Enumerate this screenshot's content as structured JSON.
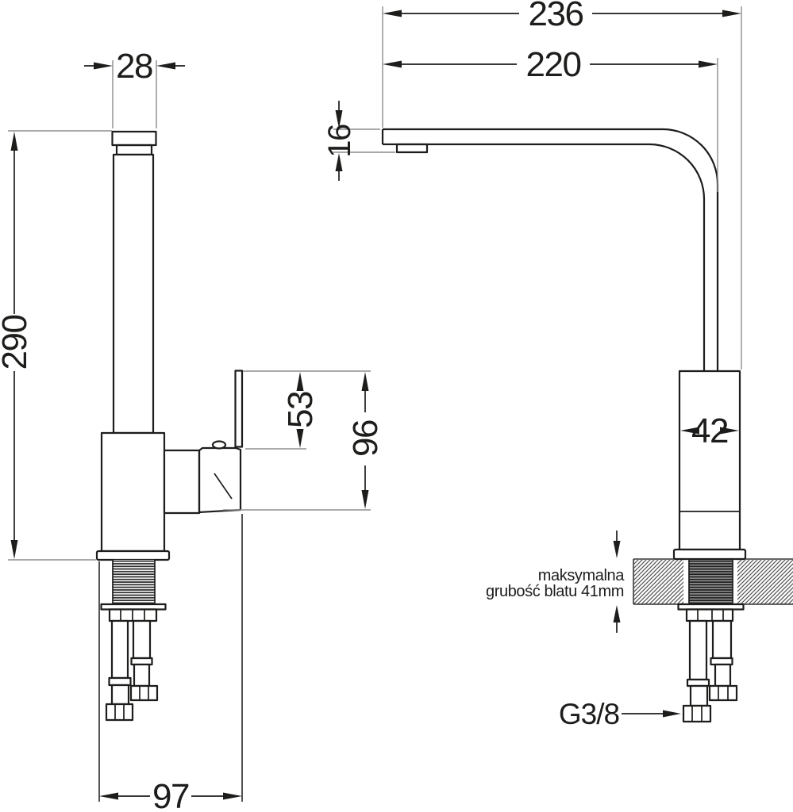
{
  "colors": {
    "line": "#1d1d1b",
    "extension_line": "#8d8d8d",
    "hatch": "#4e4e4e",
    "background": "#ffffff"
  },
  "dimensions": {
    "total_projection": "236",
    "spout_reach": "220",
    "column_width": "28",
    "spout_tip_height": "16",
    "column_height": "290",
    "handle_drop": "53",
    "rear_height": "96",
    "body_width": "42",
    "base_depth": "97"
  },
  "labels": {
    "thread_spec": "G3/8",
    "note_line1": "maksymalna",
    "note_line2": "grubość blatu 41mm"
  }
}
